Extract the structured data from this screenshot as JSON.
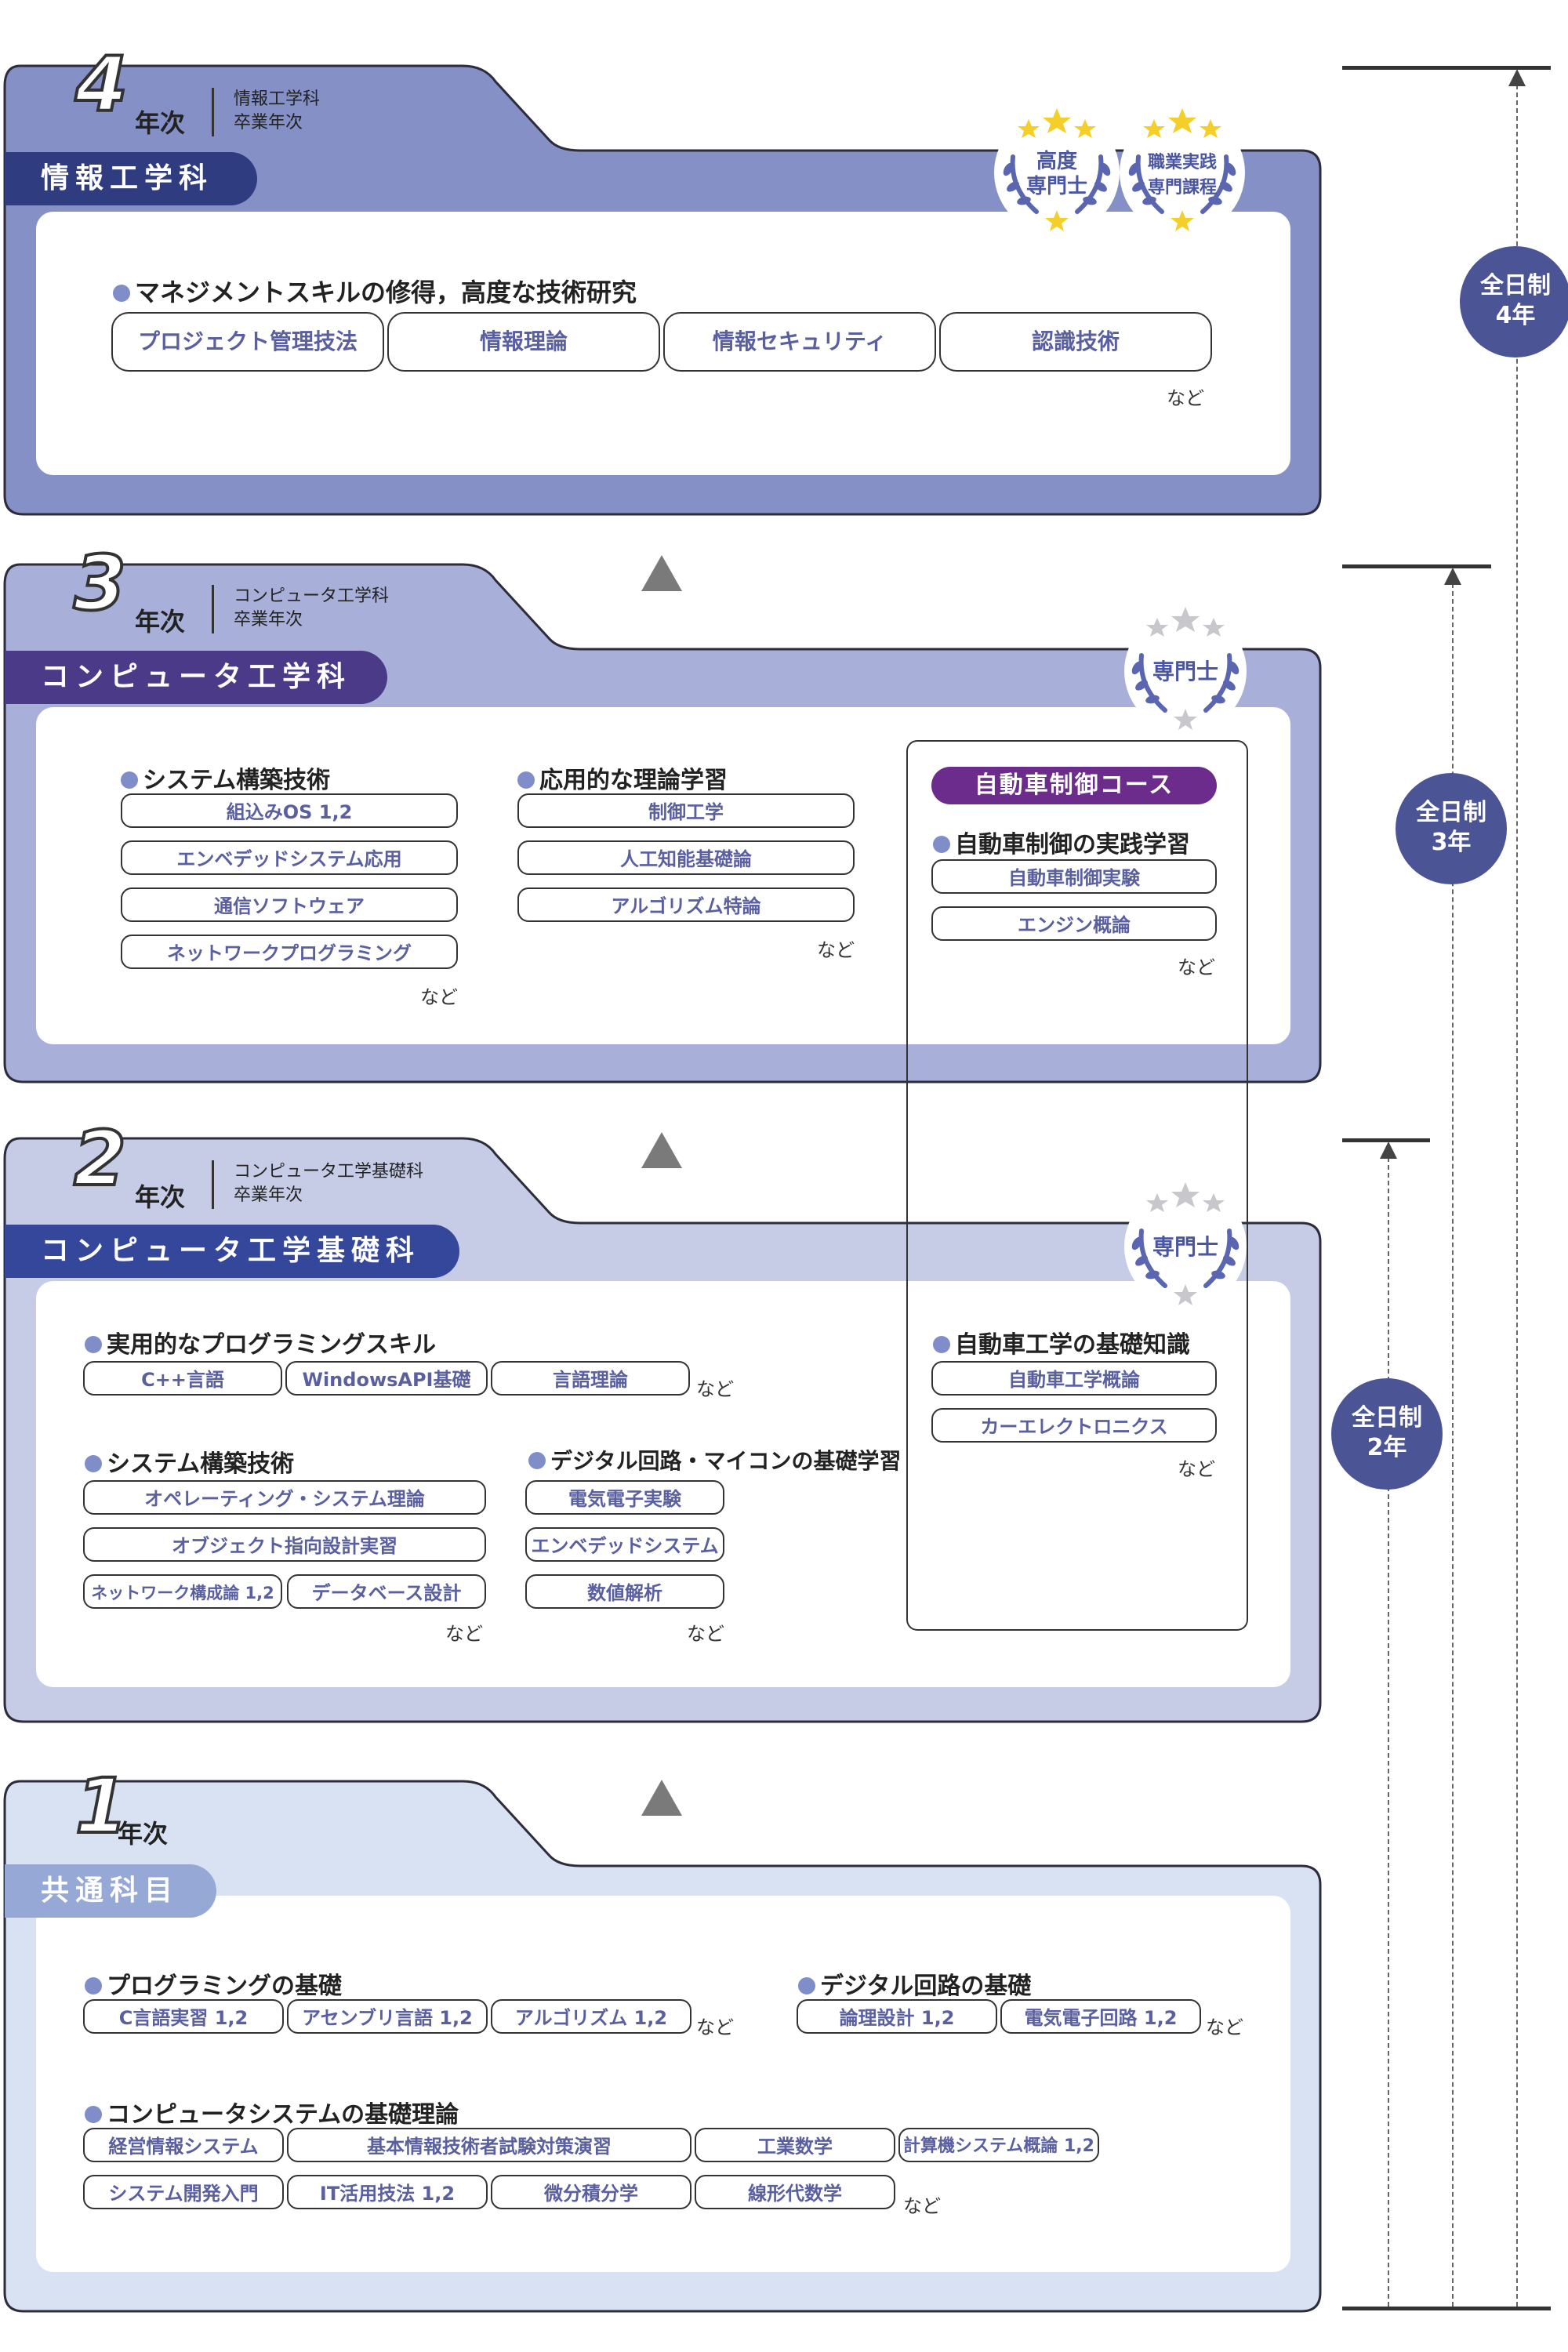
{
  "year4": {
    "number": "4",
    "suffix": "年次",
    "note_line1": "情報工学科",
    "note_line2": "卒業年次",
    "dept": "情報工学科",
    "badge1_line1": "高度",
    "badge1_line2": "専門士",
    "badge2_line1": "職業実践",
    "badge2_line2": "専門課程",
    "section": "マネジメントスキルの修得，高度な技術研究",
    "courses": [
      "プロジェクト管理技法",
      "情報理論",
      "情報セキュリティ",
      "認識技術"
    ],
    "etc": "など"
  },
  "year3": {
    "number": "3",
    "suffix": "年次",
    "note_line1": "コンピュータ工学科",
    "note_line2": "卒業年次",
    "dept": "コンピュータ工学科",
    "badge_label": "専門士",
    "sec1": "システム構築技術",
    "sec1_courses": [
      "組込みOS 1,2",
      "エンベデッドシステム応用",
      "通信ソフトウェア",
      "ネットワークプログラミング"
    ],
    "sec2": "応用的な理論学習",
    "sec2_courses": [
      "制御工学",
      "人工知能基礎論",
      "アルゴリズム特論"
    ],
    "course_label": "自動車制御コース",
    "sec3": "自動車制御の実践学習",
    "sec3_courses": [
      "自動車制御実験",
      "エンジン概論"
    ],
    "etc": "など"
  },
  "year2": {
    "number": "2",
    "suffix": "年次",
    "note_line1": "コンピュータ工学基礎科",
    "note_line2": "卒業年次",
    "dept": "コンピュータ工学基礎科",
    "badge_label": "専門士",
    "sec1": "実用的なプログラミングスキル",
    "sec1_courses": [
      "C++言語",
      "WindowsAPI基礎",
      "言語理論"
    ],
    "sec2": "システム構築技術",
    "sec2_courses": [
      "オペレーティング・システム理論",
      "オブジェクト指向設計実習",
      "ネットワーク構成論 1,2",
      "データベース設計"
    ],
    "sec3": "デジタル回路・マイコンの基礎学習",
    "sec3_courses": [
      "電気電子実験",
      "エンベデッドシステム",
      "数値解析"
    ],
    "sec4": "自動車工学の基礎知識",
    "sec4_courses": [
      "自動車工学概論",
      "カーエレクトロニクス"
    ],
    "etc": "など"
  },
  "year1": {
    "number": "1",
    "suffix": "年次",
    "dept": "共通科目",
    "sec1": "プログラミングの基礎",
    "sec1_courses": [
      "C言語実習 1,2",
      "アセンブリ言語 1,2",
      "アルゴリズム 1,2"
    ],
    "sec2": "デジタル回路の基礎",
    "sec2_courses": [
      "論理設計 1,2",
      "電気電子回路 1,2"
    ],
    "sec3": "コンピュータシステムの基礎理論",
    "sec3_courses": [
      "経営情報システム",
      "基本情報技術者試験対策演習",
      "工業数学",
      "計算機システム概論 1,2",
      "システム開発入門",
      "IT活用技法 1,2",
      "微分積分学",
      "線形代数学"
    ],
    "etc": "など"
  },
  "scale": {
    "c4_line1": "全日制",
    "c4_line2": "4年",
    "c3_line1": "全日制",
    "c3_line2": "3年",
    "c2_line1": "全日制",
    "c2_line2": "2年"
  },
  "colors": {
    "year4_panel": "#8590c6",
    "year4_label": "#2f3d80",
    "year3_panel": "#a8b0da",
    "year3_label": "#4a3a88",
    "year2_panel": "#c6cbe6",
    "year2_label": "#34479a",
    "year1_panel": "#d9e2f3",
    "year1_label": "#96a9d6",
    "chip_text": "#5a5fa0",
    "course_label": "#6b2c8c",
    "scale_circle": "#4b5494"
  }
}
